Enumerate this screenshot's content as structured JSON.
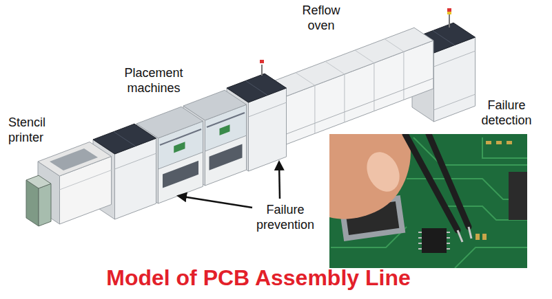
{
  "diagram": {
    "title": "Model of PCB Assembly Line",
    "labels": [
      "Stencil printer",
      "Placement machines",
      "Reflow oven",
      "Failure detection",
      "Failure prevention"
    ]
  }
}
